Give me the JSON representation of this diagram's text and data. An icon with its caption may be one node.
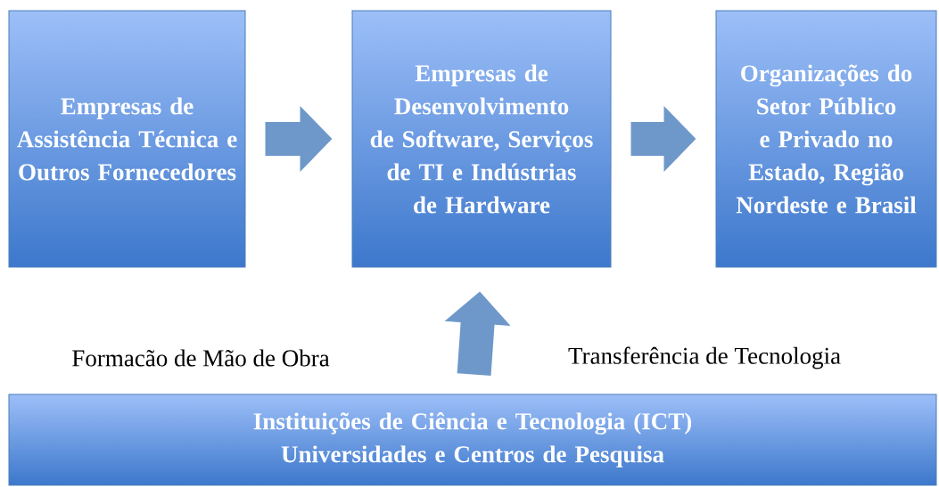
{
  "diagram": {
    "nodes": [
      {
        "text": [
          "Empresas de Assistência Técnica e Outros Fornecedores"
        ]
      },
      {
        "text": [
          "Empresas de Desenvolvimento de Software, Serviços de TI e Indústrias de Hardware"
        ]
      },
      {
        "text": [
          "Organizações do Setor Público e Privado no Estado, Região Nordeste e Brasil"
        ]
      },
      {
        "text": [
          "Instituições de Ciência e Tecnologia (ICT)",
          "Universidades e Centros de Pesquisa"
        ]
      }
    ],
    "edges": [
      {
        "from": 0,
        "to": 1,
        "arrow": "to"
      },
      {
        "from": 1,
        "to": 2,
        "arrow": "to"
      },
      {
        "from": 3,
        "to": 1,
        "arrow": "to"
      }
    ],
    "labels": [
      "Formacão de Mão de Obra",
      "Transferência de Tecnologia"
    ]
  }
}
